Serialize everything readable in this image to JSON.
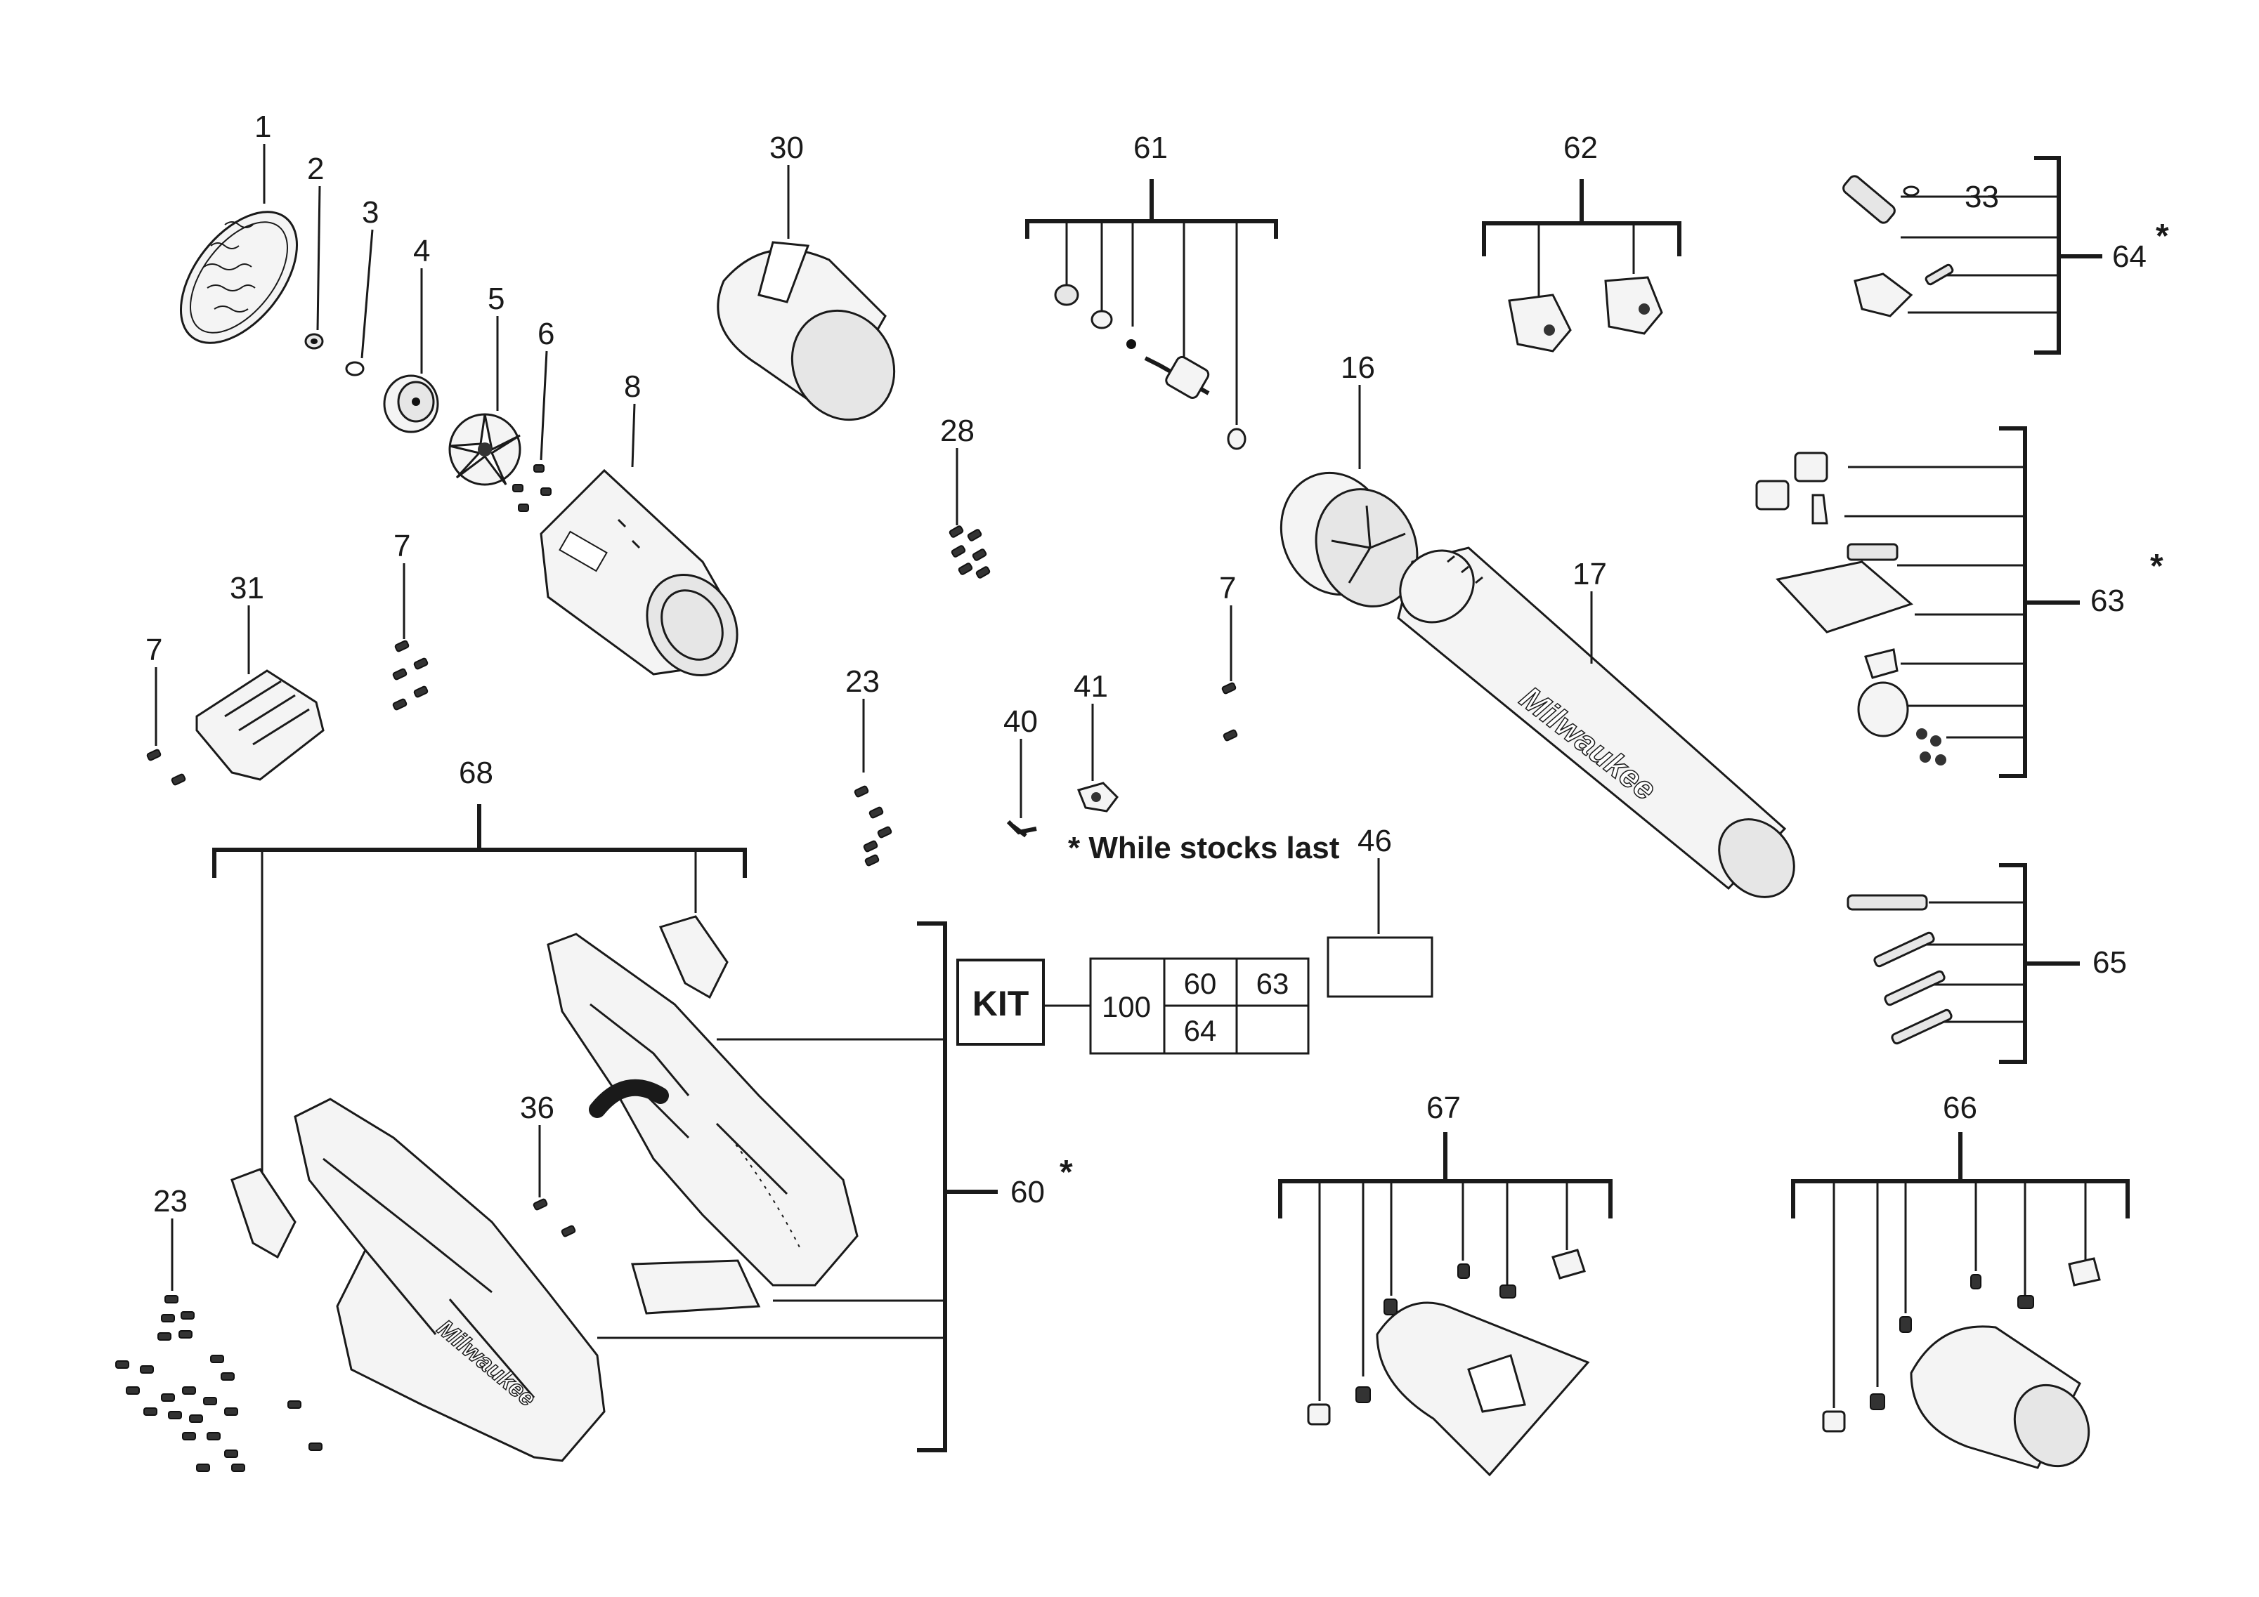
{
  "callouts": {
    "c1": "1",
    "c2": "2",
    "c3": "3",
    "c4": "4",
    "c5": "5",
    "c6": "6",
    "c7a": "7",
    "c7b": "7",
    "c7c": "7",
    "c8": "8",
    "c16": "16",
    "c17": "17",
    "c23a": "23",
    "c23b": "23",
    "c28": "28",
    "c30": "30",
    "c31": "31",
    "c33": "33",
    "c36": "36",
    "c40": "40",
    "c41": "41",
    "c46": "46",
    "c60": "60",
    "c61": "61",
    "c62": "62",
    "c63": "63",
    "c64": "64",
    "c65": "65",
    "c66": "66",
    "c67": "67",
    "c68": "68"
  },
  "markers": {
    "asterisk": "*"
  },
  "note": "* While stocks last",
  "kit": {
    "label": "KIT",
    "number": "100",
    "items": [
      "60",
      "63",
      "64"
    ]
  },
  "decals": {
    "brand": "Milwaukee"
  }
}
